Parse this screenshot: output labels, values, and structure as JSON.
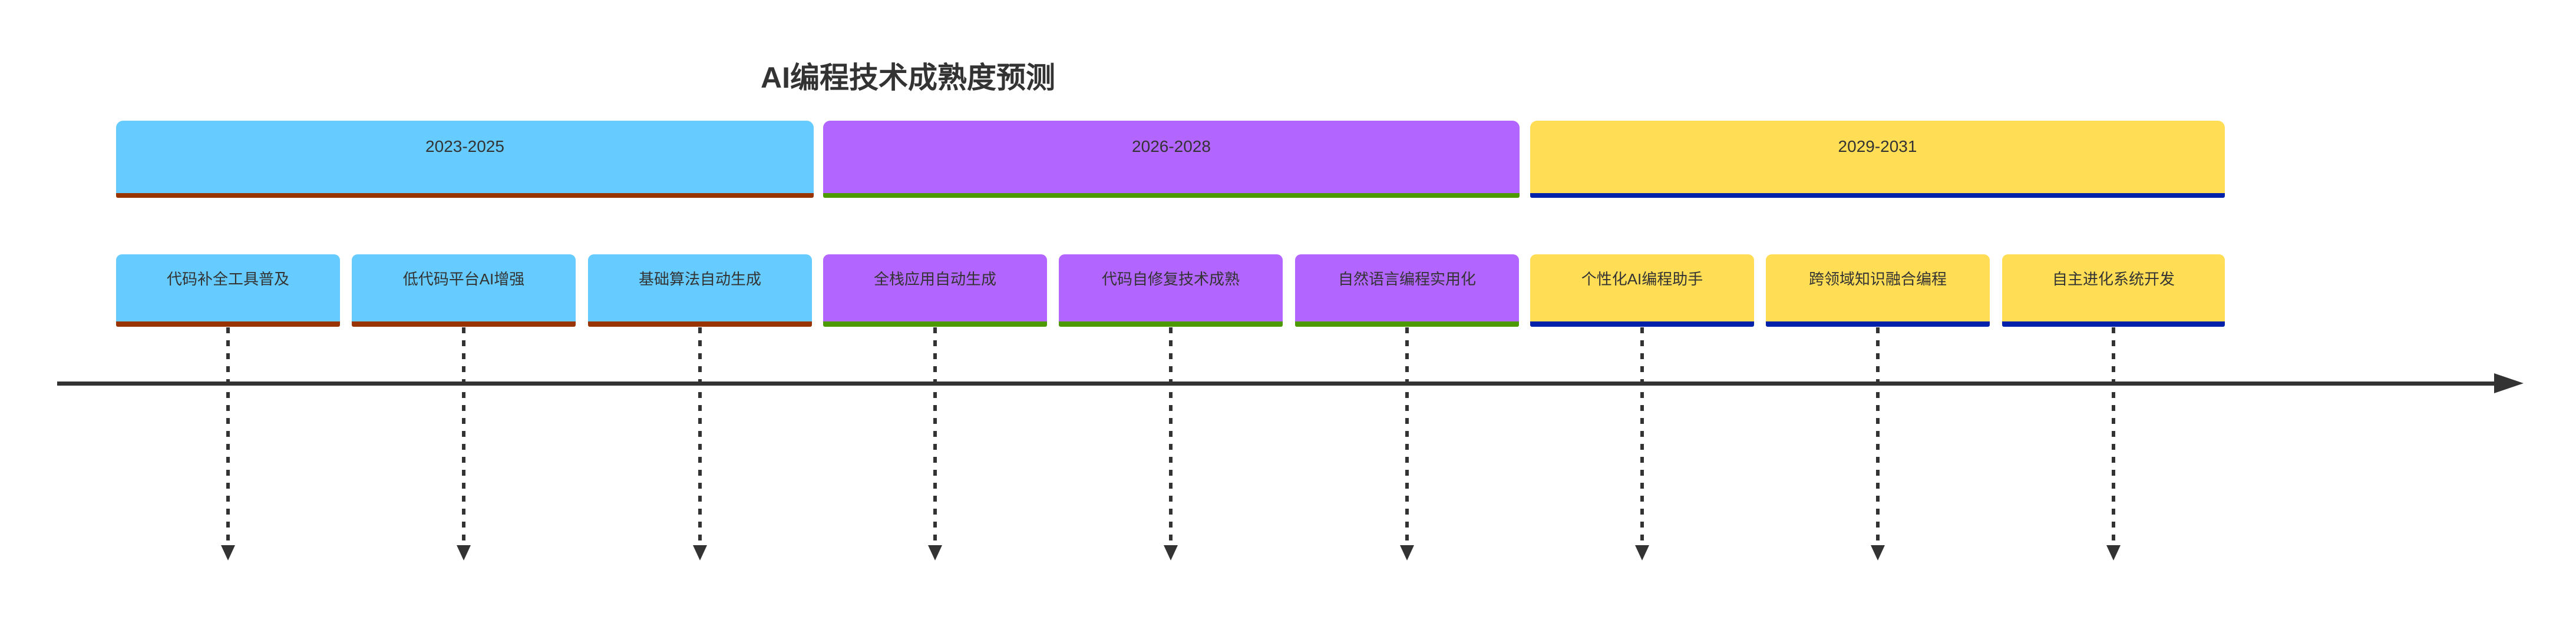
{
  "title": "AI编程技术成熟度预测",
  "timeline": {
    "direction": "left-to-right",
    "axis_color": "#333333",
    "text_color": "#333333",
    "periods": [
      {
        "label": "2023-2025",
        "fill_color": "#66CCFF",
        "accent_color": "#993300",
        "tasks": [
          {
            "label": "代码补全工具普及"
          },
          {
            "label": "低代码平台AI增强"
          },
          {
            "label": "基础算法自动生成"
          }
        ]
      },
      {
        "label": "2026-2028",
        "fill_color": "#B366FF",
        "accent_color": "#4C9900",
        "tasks": [
          {
            "label": "全栈应用自动生成"
          },
          {
            "label": "代码自修复技术成熟"
          },
          {
            "label": "自然语言编程实用化"
          }
        ]
      },
      {
        "label": "2029-2031",
        "fill_color": "#FFDD55",
        "accent_color": "#0022AA",
        "tasks": [
          {
            "label": "个性化AI编程助手"
          },
          {
            "label": "跨领域知识融合编程"
          },
          {
            "label": "自主进化系统开发"
          }
        ]
      }
    ]
  }
}
